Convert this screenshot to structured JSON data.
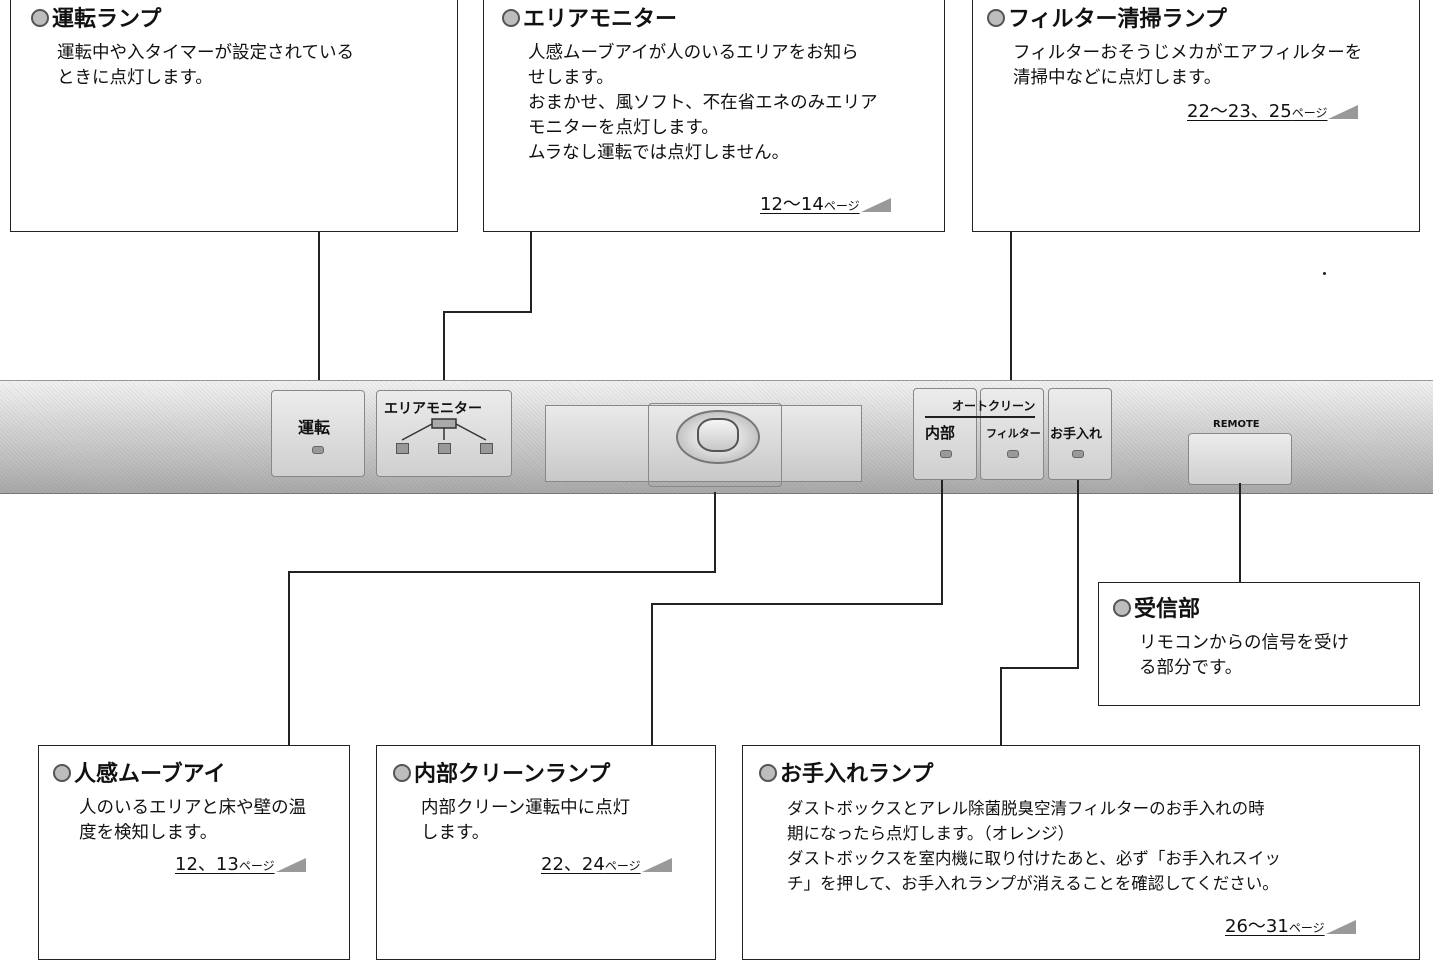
{
  "panel": {
    "unten_label": "運転",
    "area_monitor_label": "エリアモニター",
    "auto_clean_label": "オートクリーン",
    "naibu_label": "内部",
    "filter_label": "フィルター",
    "oteire_label": "お手入れ",
    "remote_label": "REMOTE"
  },
  "callouts": {
    "unten": {
      "title": "運転ランプ",
      "lines": [
        "運転中や入タイマーが設定されている",
        "ときに点灯します。"
      ]
    },
    "area_monitor": {
      "title": "エリアモニター",
      "lines": [
        "人感ムーブアイが人のいるエリアをお知ら",
        "せします。",
        "おまかせ、風ソフト、不在省エネのみエリア",
        "モニターを点灯します。",
        "ムラなし運転では点灯しません。"
      ],
      "pageref": "12〜14",
      "suffix": "ページ"
    },
    "filter": {
      "title": "フィルター清掃ランプ",
      "lines": [
        "フィルターおそうじメカがエアフィルターを",
        "清掃中などに点灯します。"
      ],
      "pageref": "22〜23、25",
      "suffix": "ページ"
    },
    "receiver": {
      "title": "受信部",
      "lines": [
        "リモコンからの信号を受け",
        "る部分です。"
      ]
    },
    "move_eye": {
      "title": "人感ムーブアイ",
      "lines": [
        "人のいるエリアと床や壁の温",
        "度を検知します。"
      ],
      "pageref": "12、13",
      "suffix": "ページ"
    },
    "naibu": {
      "title": "内部クリーンランプ",
      "lines": [
        "内部クリーン運転中に点灯",
        "します。"
      ],
      "pageref": "22、24",
      "suffix": "ページ"
    },
    "oteire": {
      "title": "お手入れランプ",
      "lines": [
        "ダストボックスとアレル除菌脱臭空清フィルターのお手入れの時",
        "期になったら点灯します。（オレンジ）",
        "ダストボックスを室内機に取り付けたあと、必ず「お手入れスイッ",
        "チ」を押して、お手入れランプが消えることを確認してください。"
      ],
      "pageref": "26〜31",
      "suffix": "ページ"
    }
  }
}
